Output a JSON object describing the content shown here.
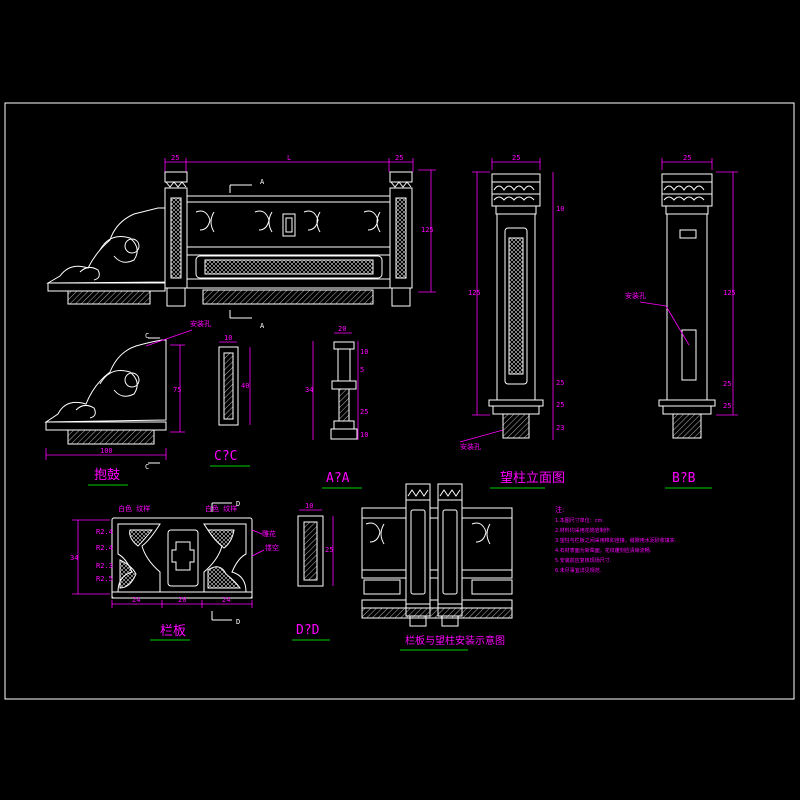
{
  "colors": {
    "background": "#000000",
    "frame": "#ffffff",
    "dimension": "#ff00ff",
    "underline": "#00cc00"
  },
  "main_elevation": {
    "dim_total": "L",
    "dim_left_post": "25",
    "dim_right_post": "25",
    "dim_height": "125",
    "section_mark_top": "A",
    "section_mark_bottom": "A"
  },
  "post_elevation": {
    "dim_top_width": "25",
    "dim_mid": "10",
    "dim_height": "125",
    "dim_base": "25",
    "dim_foot": "25",
    "dim_bottom": "23"
  },
  "post_section_bb": {
    "dim_top_width": "25",
    "dim_height": "125",
    "dim_base": "25",
    "dim_foot": "25",
    "callout": "安装孔",
    "title": "B?B"
  },
  "end_block": {
    "callout_top": "安装孔",
    "dim_height": "75",
    "dim_length": "100",
    "section_mark_top": "C",
    "section_mark_bottom": "C",
    "caption": "抱鼓"
  },
  "section_cc": {
    "dim_width": "10",
    "dim_height": "40",
    "title": "C?C"
  },
  "section_aa": {
    "dim_top": "20",
    "dim_values": [
      "10",
      "34",
      "5",
      "25",
      "10"
    ],
    "title": "A?A"
  },
  "panel_detail": {
    "label_left": "白色 纹样",
    "label_right": "白色 纹样",
    "section_mark_top": "D",
    "section_mark_bottom": "D",
    "dim_height": "34",
    "dim_width_left": "24",
    "dim_width_mid": "20",
    "dim_width_right": "24",
    "radius_labels": [
      "R2.4",
      "R2.4",
      "R2.3",
      "R2.5"
    ],
    "callout_a": "雕花",
    "callout_b": "镂空",
    "caption": "栏板"
  },
  "section_dd": {
    "dim_width": "10",
    "dim_height": "25",
    "title": "D?D"
  },
  "assembly": {
    "caption": "栏板与望柱安装示意图"
  },
  "post_caption": "望柱立面图",
  "notes": {
    "heading": "注:",
    "lines": [
      "1.本图尺寸单位：cm.",
      "2.材料均采用花岗岩制作.",
      "3.望柱与栏板之间采用榫卯连接，缝隙用水泥砂浆填实.",
      "4.石材表面为斩凿面，花纹雕刻应清晰流畅.",
      "5.安装前应复核现场尺寸.",
      "6.未尽事宜详见规范."
    ]
  }
}
